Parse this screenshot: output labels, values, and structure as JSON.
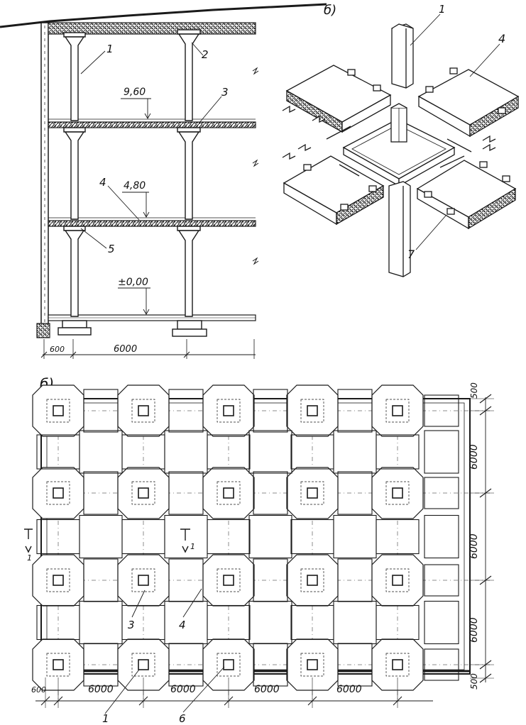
{
  "panel_labels": {
    "b": "б)",
    "v": "б)"
  },
  "section": {
    "level_top": "9,60",
    "level_mid": "4,80",
    "level_ground": "±0,00",
    "callouts": [
      "1",
      "2",
      "3",
      "4",
      "5"
    ],
    "dim_wall": "600",
    "dim_span": "6000"
  },
  "axonometric": {
    "callouts": [
      "1",
      "4",
      "7"
    ]
  },
  "plan": {
    "dim_row_edge_top": "500",
    "dim_rows": [
      "6000",
      "6000",
      "6000"
    ],
    "dim_row_edge_bottom": "500",
    "dim_col_edge": "600",
    "dim_cols": [
      "6000",
      "6000",
      "6000",
      "6000"
    ],
    "callouts": [
      "1",
      "3",
      "4",
      "6"
    ],
    "section_mark": "1",
    "colors": {
      "ink": "#1a1a1a",
      "paper": "#ffffff"
    }
  }
}
